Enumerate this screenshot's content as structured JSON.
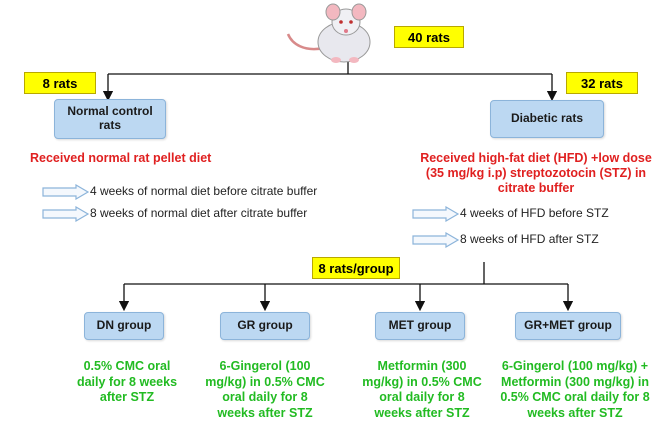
{
  "top": {
    "count_label": "40 rats"
  },
  "branches": {
    "left": {
      "count_label": "8 rats",
      "box_label": "Normal control rats",
      "diet": "Received normal rat pellet diet",
      "notes": [
        "4 weeks of normal diet before citrate buffer",
        "8 weeks of normal diet after citrate buffer"
      ]
    },
    "right": {
      "count_label": "32 rats",
      "box_label": "Diabetic rats",
      "diet": "Received high-fat diet (HFD) +low dose (35 mg/kg i.p) streptozotocin (STZ) in citrate buffer",
      "notes": [
        "4 weeks of HFD before STZ",
        "8 weeks of HFD after STZ"
      ]
    }
  },
  "groups_label": "8 rats/group",
  "groups": [
    {
      "label": "DN group",
      "treatment": "0.5% CMC oral daily for 8 weeks after STZ"
    },
    {
      "label": "GR group",
      "treatment": "6-Gingerol (100 mg/kg) in 0.5% CMC oral daily for 8 weeks after STZ"
    },
    {
      "label": "MET group",
      "treatment": "Metformin (300 mg/kg) in 0.5% CMC oral daily for 8 weeks after STZ"
    },
    {
      "label": "GR+MET group",
      "treatment": "6-Gingerol (100 mg/kg) + Metformin (300 mg/kg) in 0.5% CMC oral daily for 8 weeks after STZ"
    }
  ],
  "colors": {
    "count_box": "#ffff00",
    "group_box": "#bcd8f2",
    "diet_text": "#e02020",
    "treatment_text": "#22bb22"
  },
  "icons": [
    "rat-illustration",
    "arrow-outline-icon"
  ]
}
